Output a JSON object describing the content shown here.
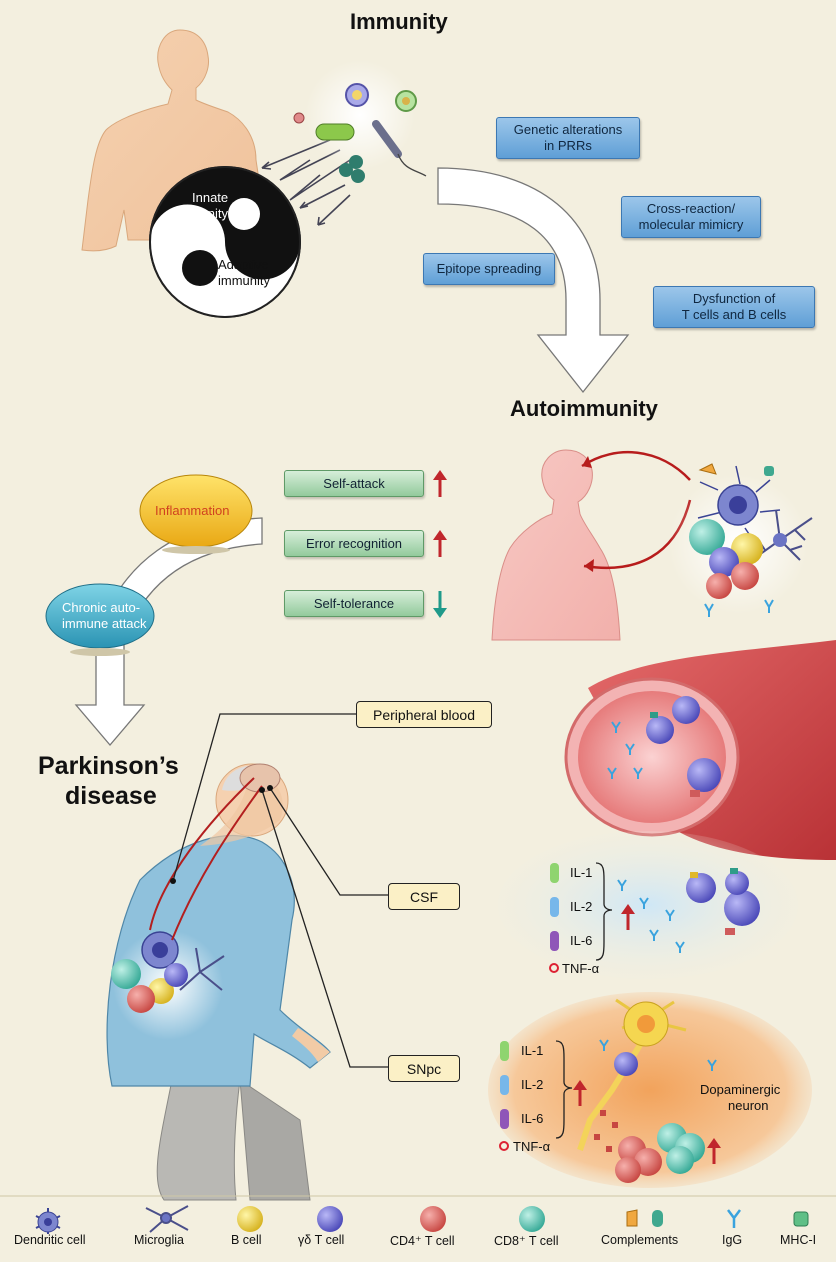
{
  "titles": {
    "immunity": "Immunity",
    "autoimmunity": "Autoimmunity",
    "parkinsons_line1": "Parkinson’s",
    "parkinsons_line2": "disease"
  },
  "yin_yang": {
    "innate_line1": "Innate",
    "innate_line2": "immunity",
    "adaptive_line1": "Adaptive",
    "adaptive_line2": "immunity"
  },
  "mechanisms": {
    "genetic_line1": "Genetic alterations",
    "genetic_line2": "in PRRs",
    "cross_line1": "Cross-reaction/",
    "cross_line2": "molecular mimicry",
    "epitope": "Epitope spreading",
    "dysfunction_line1": "Dysfunction of",
    "dysfunction_line2": "T cells and B cells"
  },
  "effects": {
    "self_attack": "Self-attack",
    "error_recognition": "Error recognition",
    "self_tolerance": "Self-tolerance"
  },
  "progression": {
    "inflammation": "Inflammation",
    "chronic_line1": "Chronic auto-",
    "chronic_line2": "immune attack"
  },
  "sites": {
    "peripheral_blood": "Peripheral blood",
    "csf": "CSF",
    "snpc": "SNpc"
  },
  "cytokines": {
    "il1": "IL-1",
    "il2": "IL-2",
    "il6": "IL-6",
    "tnf": "TNF-α"
  },
  "neuron_label_line1": "Dopaminergic",
  "neuron_label_line2": "neuron",
  "legend": {
    "dendritic": "Dendritic cell",
    "microglia": "Microglia",
    "bcell": "B cell",
    "gdt": "γδ T cell",
    "cd4": "CD4⁺ T cell",
    "cd8": "CD8⁺ T cell",
    "complements": "Complements",
    "igg": "IgG",
    "mhc": "MHC-I"
  },
  "colors": {
    "background": "#f3efdf",
    "blue_box": "#6fa9dc",
    "green_box": "#a9d5ae",
    "tag_box": "#fbf0c6",
    "up_arrow": "#c0262c",
    "down_arrow": "#1f9a8a"
  }
}
